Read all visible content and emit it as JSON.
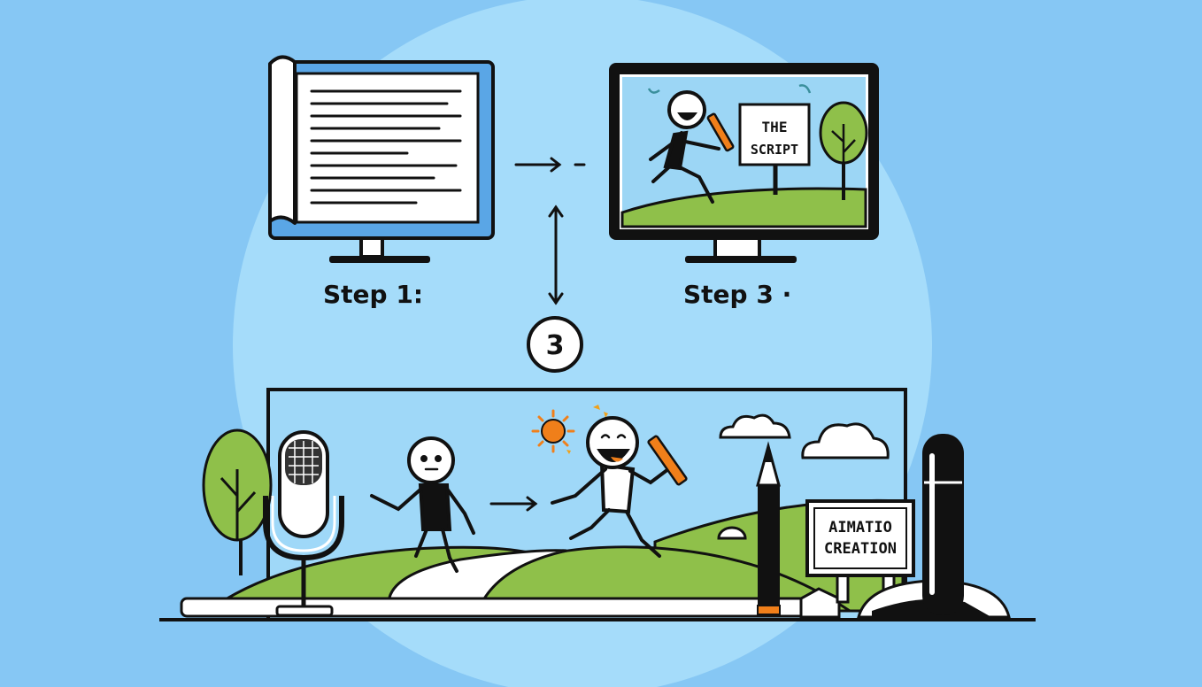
{
  "labels": {
    "step_1": "Step 1:",
    "step_3": "Step 3 ·",
    "circle_number": "3"
  },
  "signs": {
    "screen_sign_line1": "THE",
    "screen_sign_line2": "SCRIPT",
    "board_line1": "AIMATIO",
    "board_line2": "CREATION"
  },
  "colors": {
    "background": "#86c7f4",
    "halo": "#a5dcfa",
    "grass": "#8fc04a",
    "accent_orange": "#f07f1a",
    "monitor_blue": "#5aa6e6"
  },
  "icons": [
    "document-icon",
    "monitor-icon",
    "microphone-icon",
    "pencil-icon",
    "tree-icon",
    "cloud-icon",
    "sun-icon",
    "stick-figure-icon",
    "arrow-icon"
  ]
}
